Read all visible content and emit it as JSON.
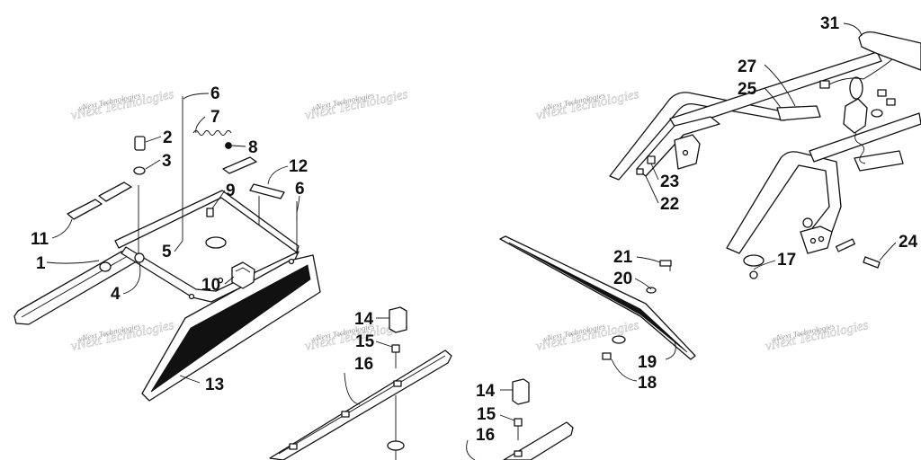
{
  "watermark": {
    "text": "vNext Technologies"
  },
  "callouts": [
    {
      "id": "c1",
      "label": "1"
    },
    {
      "id": "c2",
      "label": "2"
    },
    {
      "id": "c3",
      "label": "3"
    },
    {
      "id": "c4",
      "label": "4"
    },
    {
      "id": "c5",
      "label": "5"
    },
    {
      "id": "c6a",
      "label": "6"
    },
    {
      "id": "c6b",
      "label": "6"
    },
    {
      "id": "c7",
      "label": "7"
    },
    {
      "id": "c8",
      "label": "8"
    },
    {
      "id": "c9",
      "label": "9"
    },
    {
      "id": "c10",
      "label": "10"
    },
    {
      "id": "c11",
      "label": "11"
    },
    {
      "id": "c12",
      "label": "12"
    },
    {
      "id": "c13",
      "label": "13"
    },
    {
      "id": "c14a",
      "label": "14"
    },
    {
      "id": "c14b",
      "label": "14"
    },
    {
      "id": "c15a",
      "label": "15"
    },
    {
      "id": "c15b",
      "label": "15"
    },
    {
      "id": "c16a",
      "label": "16"
    },
    {
      "id": "c16b",
      "label": "16"
    },
    {
      "id": "c17",
      "label": "17"
    },
    {
      "id": "c18",
      "label": "18"
    },
    {
      "id": "c19",
      "label": "19"
    },
    {
      "id": "c20",
      "label": "20"
    },
    {
      "id": "c21",
      "label": "21"
    },
    {
      "id": "c22",
      "label": "22"
    },
    {
      "id": "c23",
      "label": "23"
    },
    {
      "id": "c24",
      "label": "24"
    },
    {
      "id": "c25",
      "label": "25"
    },
    {
      "id": "c27",
      "label": "27"
    },
    {
      "id": "c31",
      "label": "31"
    }
  ]
}
